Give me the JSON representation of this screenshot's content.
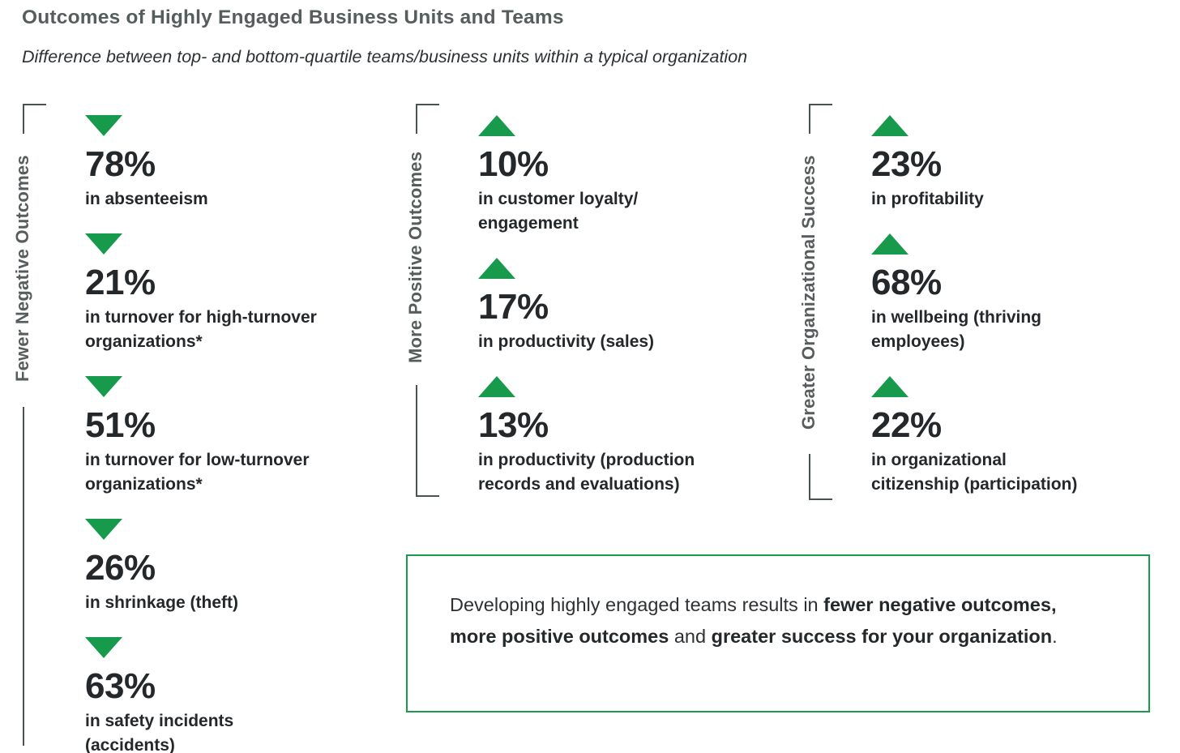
{
  "header": {
    "title": "Outcomes of Highly Engaged Business Units and Teams",
    "subtitle": "Difference between top- and bottom-quartile teams/business units within a typical organization"
  },
  "colors": {
    "accent_green": "#189a4c",
    "callout_border_green": "#1a9b4d",
    "heading_gray": "#575d5d",
    "text_dark": "#24282b"
  },
  "chart_data": {
    "type": "table",
    "title": "Outcomes of Highly Engaged Business Units and Teams",
    "subtitle": "Difference between top- and bottom-quartile teams/business units within a typical organization",
    "groups": [
      {
        "label": "Fewer Negative Outcomes",
        "direction": "down",
        "items": [
          {
            "value": "78%",
            "metric": "in absenteeism"
          },
          {
            "value": "21%",
            "metric": "in turnover for high-turnover\norganizations*"
          },
          {
            "value": "51%",
            "metric": "in turnover for low-turnover\norganizations*"
          },
          {
            "value": "26%",
            "metric": "in shrinkage (theft)"
          },
          {
            "value": "63%",
            "metric": "in safety incidents\n(accidents)"
          }
        ]
      },
      {
        "label": "More Positive Outcomes",
        "direction": "up",
        "items": [
          {
            "value": "10%",
            "metric": "in customer loyalty/\nengagement"
          },
          {
            "value": "17%",
            "metric": "in productivity (sales)"
          },
          {
            "value": "13%",
            "metric": "in productivity (production\nrecords and evaluations)"
          }
        ]
      },
      {
        "label": "Greater Organizational Success",
        "direction": "up",
        "items": [
          {
            "value": "23%",
            "metric": "in profitability"
          },
          {
            "value": "68%",
            "metric": "in wellbeing (thriving\nemployees)"
          },
          {
            "value": "22%",
            "metric": "in organizational\ncitizenship (participation)"
          }
        ]
      }
    ]
  },
  "callout": {
    "segments": [
      {
        "text": "Developing highly engaged teams results in ",
        "bold": false
      },
      {
        "text": "fewer negative outcomes, more positive outcomes",
        "bold": true
      },
      {
        "text": " and ",
        "bold": false
      },
      {
        "text": "greater success for your organization",
        "bold": true
      },
      {
        "text": ".",
        "bold": false
      }
    ]
  }
}
